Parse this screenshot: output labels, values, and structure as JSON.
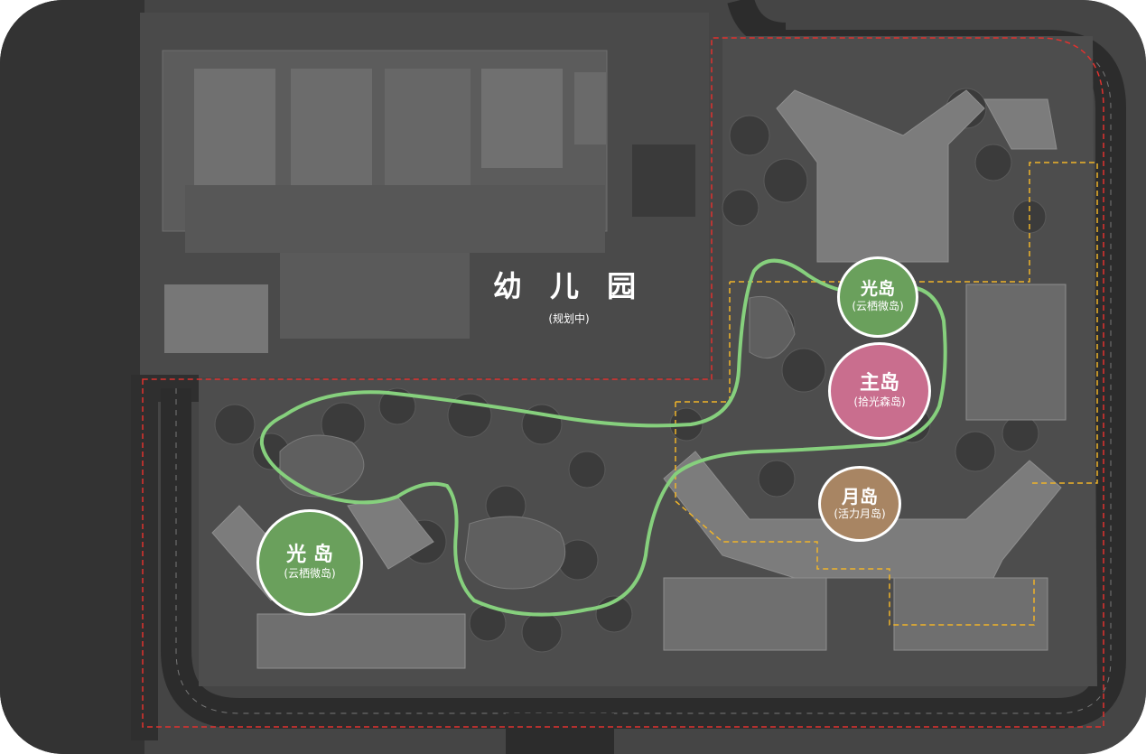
{
  "kindergarten": {
    "title": "幼 儿 园",
    "subtitle": "(规划中)"
  },
  "islands": [
    {
      "id": "guang-top",
      "name": "光岛",
      "subtitle": "(云栖微岛)",
      "color": "#6aa05c"
    },
    {
      "id": "main",
      "name": "主岛",
      "subtitle": "(拾光森岛)",
      "color": "#c96e8e"
    },
    {
      "id": "moon",
      "name": "月岛",
      "subtitle": "(活力月岛)",
      "color": "#a88563"
    },
    {
      "id": "guang-left",
      "name": "光 岛",
      "subtitle": "(云栖微岛)",
      "color": "#6aa05c"
    }
  ],
  "colors": {
    "route": "#86d07d",
    "boundary": "#e0322f",
    "subzone": "#f0b429"
  }
}
